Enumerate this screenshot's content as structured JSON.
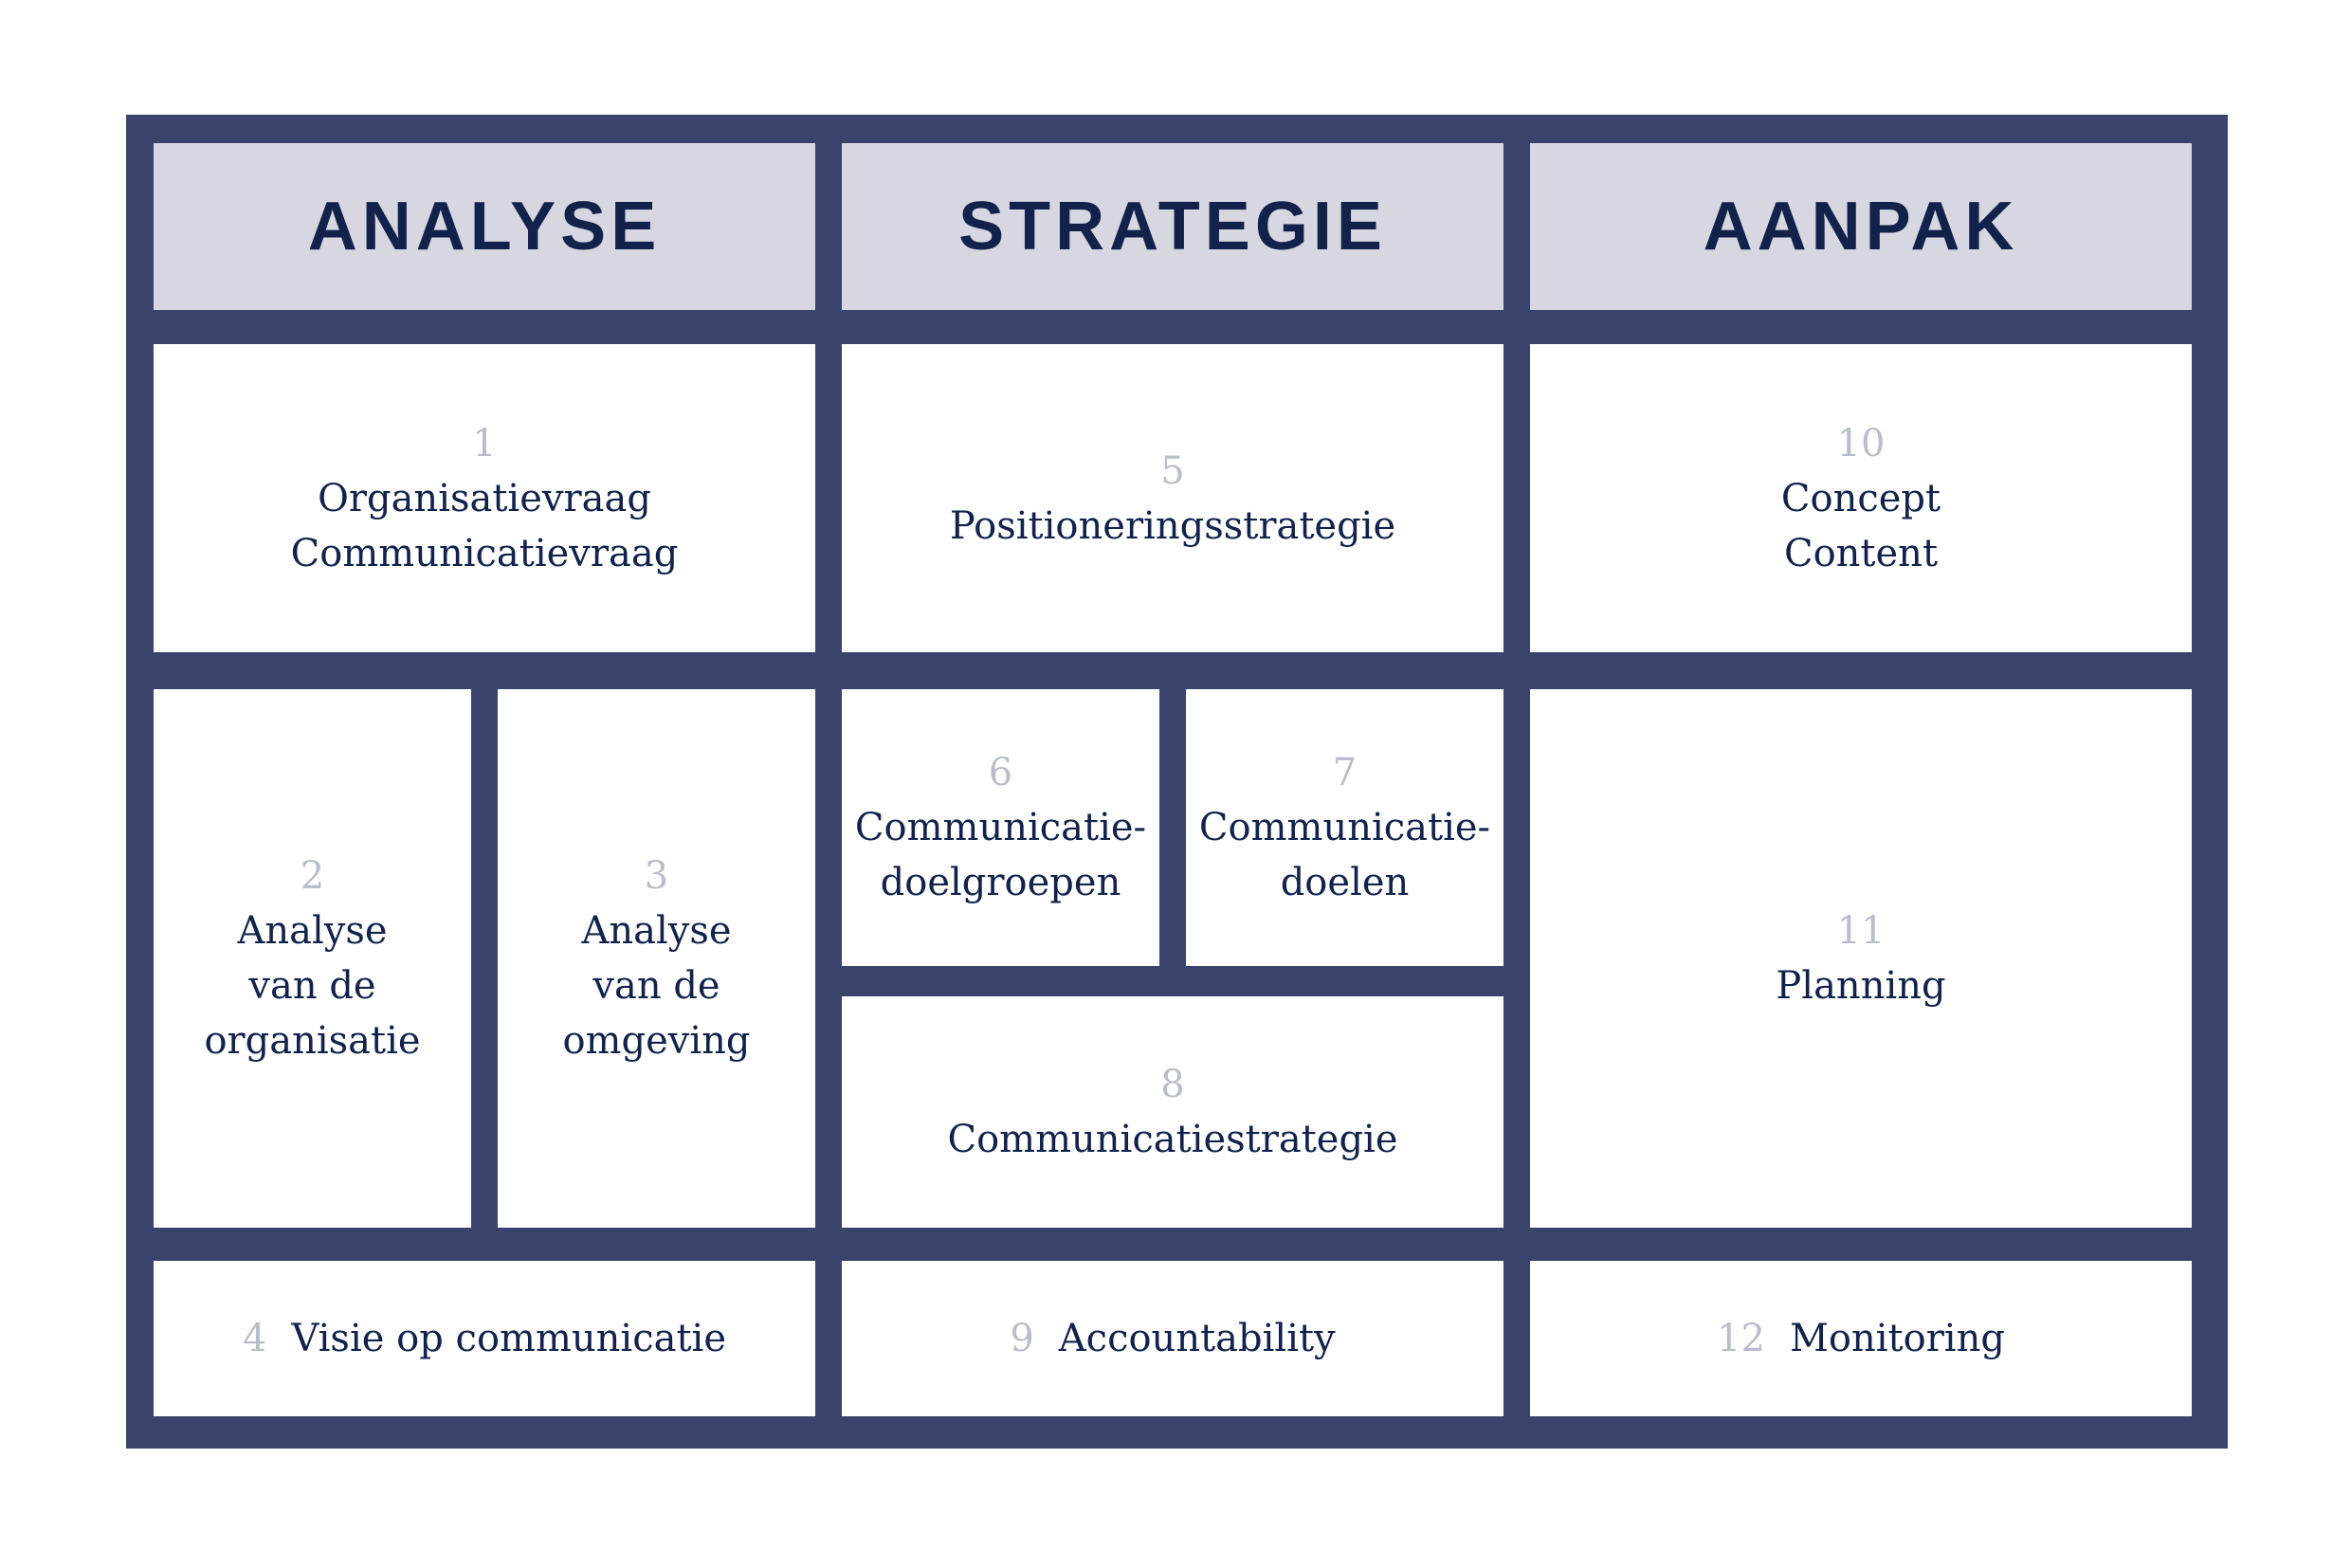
{
  "palette": {
    "frame": "#3A436B",
    "header_bg": "#D6D7E1",
    "box_bg": "#FFFFFF",
    "text": "#12224A",
    "number": "#B9BDCA"
  },
  "headers": [
    {
      "label": "ANALYSE"
    },
    {
      "label": "STRATEGIE"
    },
    {
      "label": "AANPAK"
    }
  ],
  "boxes": {
    "b1": {
      "number": "1",
      "lines": [
        "Organisatievraag",
        "Communicatievraag"
      ]
    },
    "b2": {
      "number": "2",
      "lines": [
        "Analyse",
        "van de",
        "organisatie"
      ]
    },
    "b3": {
      "number": "3",
      "lines": [
        "Analyse",
        "van de",
        "omgeving"
      ]
    },
    "b4": {
      "number": "4",
      "label": "Visie op communicatie"
    },
    "b5": {
      "number": "5",
      "lines": [
        "Positioneringsstrategie"
      ]
    },
    "b6": {
      "number": "6",
      "lines": [
        "Communicatie-",
        "doelgroepen"
      ]
    },
    "b7": {
      "number": "7",
      "lines": [
        "Communicatie-",
        "doelen"
      ]
    },
    "b8": {
      "number": "8",
      "lines": [
        "Communicatiestrategie"
      ]
    },
    "b9": {
      "number": "9",
      "label": "Accountability"
    },
    "b10": {
      "number": "10",
      "lines": [
        "Concept",
        "Content"
      ]
    },
    "b11": {
      "number": "11",
      "lines": [
        "Planning"
      ]
    },
    "b12": {
      "number": "12",
      "label": "Monitoring"
    }
  }
}
